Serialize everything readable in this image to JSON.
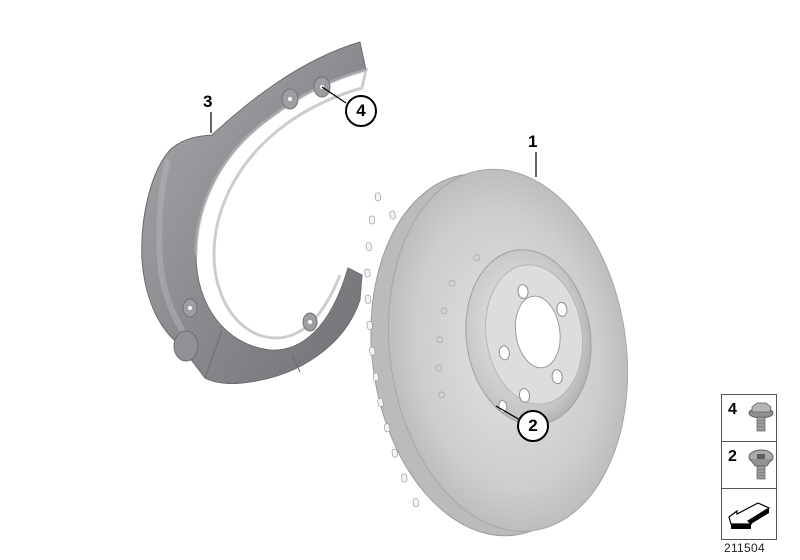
{
  "diagram": {
    "type": "parts-exploded-view",
    "diagram_number": "211504",
    "callouts": [
      {
        "number": "1",
        "part": "brake-disc",
        "style": "line"
      },
      {
        "number": "2",
        "part": "disc-screw",
        "style": "circle"
      },
      {
        "number": "3",
        "part": "brake-disc-protection-plate",
        "style": "line"
      },
      {
        "number": "4",
        "part": "plate-bolt",
        "style": "circle"
      }
    ],
    "legend": [
      {
        "number": "4",
        "icon": "hex-flange-bolt-icon"
      },
      {
        "number": "2",
        "icon": "countersunk-hex-socket-screw-icon"
      },
      {
        "number": "",
        "icon": "direction-arrow-icon"
      }
    ]
  },
  "colors": {
    "background": "#ffffff",
    "shield": "#8e9093",
    "disc": "#c9cbcc",
    "outline": "#000000"
  }
}
